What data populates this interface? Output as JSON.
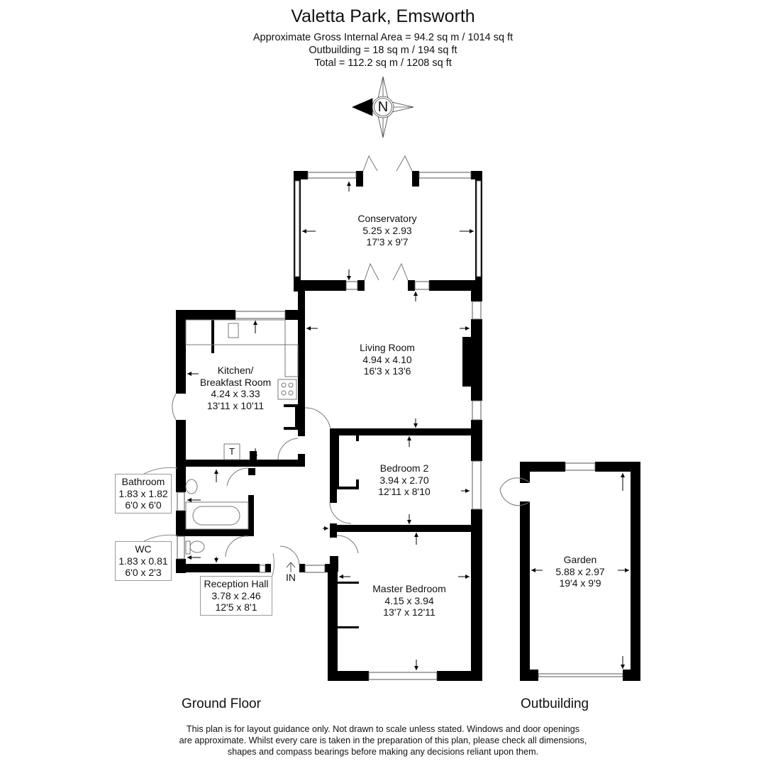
{
  "header": {
    "title": "Valetta Park, Emsworth",
    "area_lines": [
      "Approximate Gross Internal Area = 94.2 sq m / 1014 sq ft",
      "Outbuilding = 18 sq m / 194 sq ft",
      "Total = 112.2 sq m / 1208 sq ft"
    ]
  },
  "compass": {
    "label": "N",
    "icon": "compass-rose-icon"
  },
  "rooms": {
    "conservatory": {
      "name": "Conservatory",
      "metric": "5.25 x 2.93",
      "imperial": "17'3 x 9'7"
    },
    "living_room": {
      "name": "Living Room",
      "metric": "4.94 x 4.10",
      "imperial": "16'3 x 13'6"
    },
    "kitchen": {
      "name_line1": "Kitchen/",
      "name_line2": "Breakfast Room",
      "metric": "4.24 x 3.33",
      "imperial": "13'11 x 10'11"
    },
    "bedroom2": {
      "name": "Bedroom 2",
      "metric": "3.94 x 2.70",
      "imperial": "12'11 x 8'10"
    },
    "master_bedroom": {
      "name": "Master Bedroom",
      "metric": "4.15 x 3.94",
      "imperial": "13'7 x 12'11"
    },
    "bathroom": {
      "name": "Bathroom",
      "metric": "1.83 x 1.82",
      "imperial": "6'0 x 6'0"
    },
    "wc": {
      "name": "WC",
      "metric": "1.83 x 0.81",
      "imperial": "6'0 x 2'3"
    },
    "reception_hall": {
      "name": "Reception Hall",
      "metric": "3.78 x 2.46",
      "imperial": "12'5 x 8'1"
    },
    "garden": {
      "name": "Garden",
      "metric": "5.88 x 2.97",
      "imperial": "19'4 x 9'9"
    }
  },
  "symbols": {
    "entrance": "IN",
    "tank": "T"
  },
  "floors": {
    "ground": "Ground Floor",
    "outbuilding": "Outbuilding"
  },
  "disclaimer": [
    "This plan is for layout guidance only. Not drawn to scale unless stated. Windows and door openings",
    "are approximate. Whilst every care is taken in the preparation of this plan, please check all dimensions,",
    "shapes and compass bearings before making any decisions reliant upon them."
  ]
}
